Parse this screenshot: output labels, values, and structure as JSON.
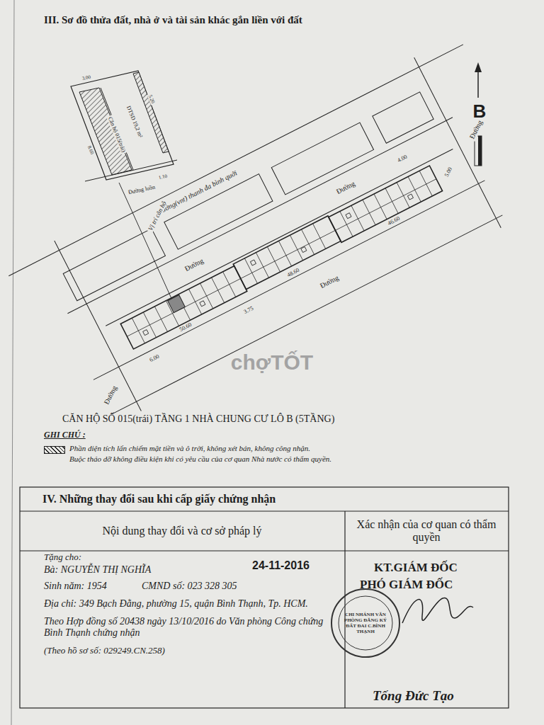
{
  "diagram": {
    "title": "III. Sơ đồ thửa đất, nhà ở và tài sản khác gắn liền với đất",
    "labels": [
      "B",
      "Đường(vnt) thanh đa bình quới",
      "Vị trí căn hộ",
      "Đường",
      "Đường",
      "Đường",
      "5.00",
      "4.00",
      "46.60",
      "48.60",
      "3.75",
      "Đường",
      "50.60",
      "6.00",
      "Đường",
      "Căn hộ 015(trái)",
      "DTSD 19,2 m²",
      "3.00",
      "5.20",
      "8.60",
      "1.10",
      "Đường luồn",
      "chợTỐT",
      "CĂN HỘ SỐ 015(trái) TẦNG 1 NHÀ CHUNG CƯ LÔ B (5TẦNG)",
      "GHI CHÚ :",
      "Buộc tháo dỡ không điều kiện khi có yêu cầu của cơ quan Nhà nước có thẩm quyền.",
      "IV. Những thay đổi sau khi cấp giấy chứng nhận",
      "Nội dung thay đổi và cơ sở pháp lý",
      "Xác nhận của cơ quan có thẩm quyền",
      "Tặng cho:",
      "Bà: NGUYỄN THỊ NGHĨA",
      "24-11-2016",
      "Sinh năm: 1954",
      "CMND số: 023 328 305",
      "Địa chỉ: 349 Bạch Đằng, phường 15, quận Bình Thạnh, Tp. HCM.",
      "Theo Hợp đồng số 20438 ngày 13/10/2016 do Văn phòng Công chứng Bình Thạnh chứng nhận",
      "(Theo hồ sơ số: 029249.CN.258)",
      "KT.GIÁM ĐỐC",
      "PHÓ GIÁM ĐỐC",
      "CHI NHÁNH VĂN PHÒNG ĐĂNG KÝ ĐẤT ĐAI C.BÌNH THẠNH",
      "Tống Đức Tạo"
    ],
    "legend": [
      {
        "text": "Phần diện tích lấn chiếm mặt tiền và ô trời, không xét bán, không công nhận."
      }
    ]
  }
}
